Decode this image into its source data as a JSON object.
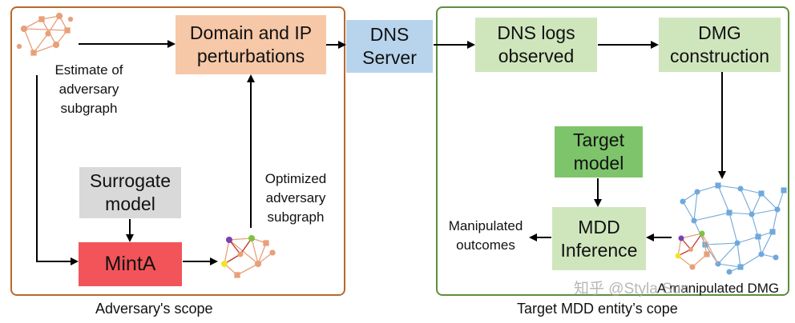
{
  "boxes": {
    "perturb": "Domain and IP\nperturbations",
    "dns_server": "DNS\nServer",
    "dns_logs": "DNS logs\nobserved",
    "dmg_construction": "DMG\nconstruction",
    "target_model": "Target\nmodel",
    "mdd_inference": "MDD\nInference",
    "surrogate": "Surrogate\nmodel",
    "minta": "MintA"
  },
  "labels": {
    "estimate": "Estimate of\nadversary\nsubgraph",
    "optimized": "Optimized\nadversary\nsubgraph",
    "manipulated": "Manipulated\noutcomes",
    "manipulated_dmg": "A manipulated DMG"
  },
  "captions": {
    "adversary_scope": "Adversary's scope",
    "target_scope": "Target MDD entity’s cope"
  },
  "watermark": "知乎 @Styla Sun",
  "colors": {
    "adversary_border": "#b8692c",
    "target_border": "#5f8e3e",
    "perturb_fill": "#f6c8a8",
    "dns_fill": "#b7d4ec",
    "light_green_fill": "#cfe6bd",
    "dark_green_fill": "#7ec46b",
    "grey_fill": "#d9d9d9",
    "minta_fill": "#f25459",
    "graph_orange": "#e8a07a",
    "graph_blue": "#6fa8dc"
  }
}
